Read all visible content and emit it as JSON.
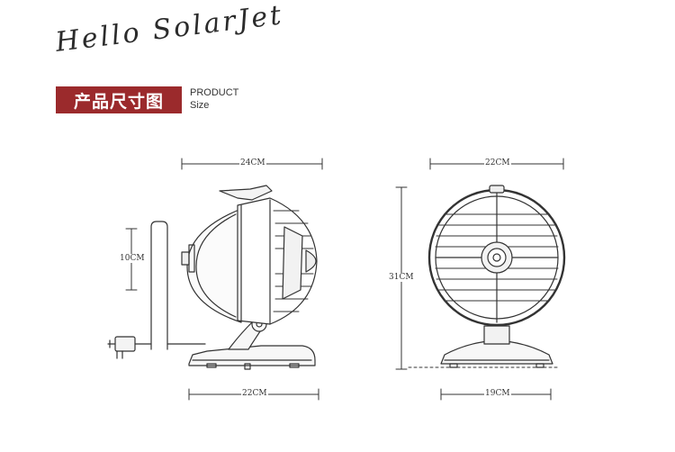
{
  "header": {
    "brand": "Hello SolarJet",
    "section_title": "产品尺寸图",
    "section_sub_en": "PRODUCT",
    "section_sub_en2": "Size"
  },
  "side_view": {
    "width_top": "24CM",
    "height_head": "10CM",
    "width_base": "22CM"
  },
  "front_view": {
    "width_top": "22CM",
    "height_total": "31CM",
    "width_base": "19CM"
  }
}
